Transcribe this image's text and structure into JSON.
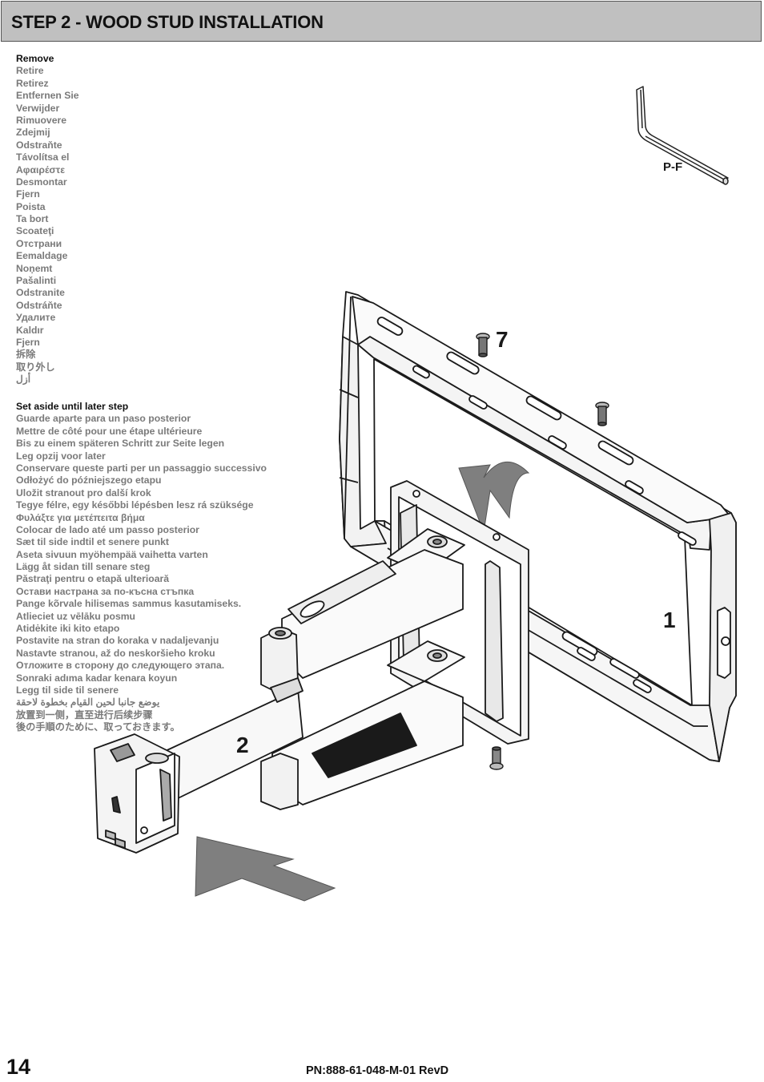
{
  "header": {
    "title": "STEP 2 - WOOD STUD INSTALLATION"
  },
  "remove_translations": [
    "Remove",
    "Retire",
    "Retirez",
    "Entfernen Sie",
    "Verwijder",
    "Rimuovere",
    "Zdejmij",
    "Odstraňte",
    "Távolítsa el",
    "Αφαιρέστε",
    "Desmontar",
    "Fjern",
    "Poista",
    "Ta bort",
    "Scoateţi",
    "Отстрани",
    "Eemaldage",
    "Noņemt",
    "Pašalinti",
    "Odstranite",
    "Odstráňte",
    "Удалите",
    "Kaldır",
    "Fjern",
    "拆除",
    "取り外し",
    "أزل"
  ],
  "set_aside_translations": [
    "Set aside until later step",
    "Guarde aparte para un paso posterior",
    "Mettre de côté pour une étape ultérieure",
    "Bis zu einem späteren Schritt zur Seite legen",
    "Leg opzij voor later",
    "Conservare queste parti per un passaggio successivo",
    "Odłożyć do późniejszego etapu",
    "Uložit stranout pro další krok",
    "Tegye félre, egy későbbi lépésben lesz rá szüksége",
    "Φυλάξτε για μετέπειτα βήμα",
    "Colocar de lado até um passo posterior",
    "Sæt til side indtil et senere punkt",
    "Aseta sivuun myöhempää vaihetta varten",
    "Lägg åt sidan till senare steg",
    "Păstraţi pentru o etapă ulterioară",
    "Остави настрана за по-късна стъпка",
    "Pange kõrvale hilisemas sammus kasutamiseks.",
    "Atlieciet uz vēlāku posmu",
    "Atidėkite iki kito etapo",
    "Postavite na stran do koraka v nadaljevanju",
    "Nastavte stranou, až do neskoršieho kroku",
    "Отложите в сторону до следующего этапа.",
    "Sonraki adıma kadar kenara koyun",
    "Legg til side til senere",
    "يوضع جانبا لحين القيام بخطوة لاحقة",
    "放置到一侧，直至进行后续步骤",
    "後の手順のために、取っておきます。"
  ],
  "labels": {
    "tool": "P-F",
    "bolt": "7",
    "plate": "1",
    "arm": "2"
  },
  "footer": {
    "page_number": "14",
    "part_number": "PN:888-61-048-M-01 RevD"
  }
}
